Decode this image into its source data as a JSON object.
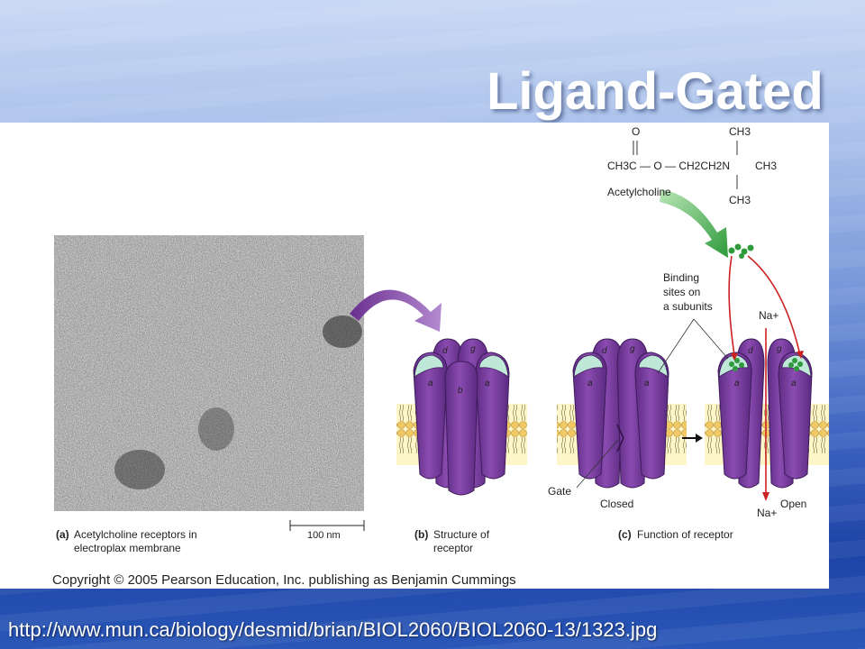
{
  "slide": {
    "title": "Ligand-Gated",
    "footer_url": "http://www.mun.ca/biology/desmid/brian/BIOL2060/BIOL2060-13/1323.jpg"
  },
  "figure": {
    "molecule": {
      "o_label": "O",
      "ch3_top": "CH3",
      "ch3_right": "CH3",
      "ch3_bottom": "CH3",
      "main_formula": "CH3C — O — CH2CH2N",
      "name": "Acetylcholine"
    },
    "panels": {
      "a_letter": "(a)",
      "a_caption_line1": "Acetylcholine receptors in",
      "a_caption_line2": "electroplax membrane",
      "scale_bar_label": "100 nm",
      "b_letter": "(b)",
      "b_caption_line1": "Structure of",
      "b_caption_line2": "receptor",
      "c_letter": "(c)",
      "c_caption": "Function of receptor"
    },
    "annotations": {
      "binding_line1": "Binding",
      "binding_line2": "sites on",
      "binding_line3": "a subunits",
      "na_top": "Na+",
      "na_bottom": "Na+",
      "gate": "Gate",
      "closed": "Closed",
      "open": "Open"
    },
    "subunits": {
      "d": "d",
      "g": "g",
      "a": "a",
      "b": "b"
    },
    "copyright": "Copyright © 2005 Pearson Education, Inc. publishing as Benjamin Cummings"
  },
  "colors": {
    "receptor_purple": "#7b3f9e",
    "receptor_dark": "#4e2370",
    "binding_site": "#bfe8d8",
    "acetylcholine_green": "#2f9a3c",
    "arrow_red": "#cc2222",
    "membrane_head": "#f1c866",
    "membrane_band": "#fdf6c8"
  }
}
